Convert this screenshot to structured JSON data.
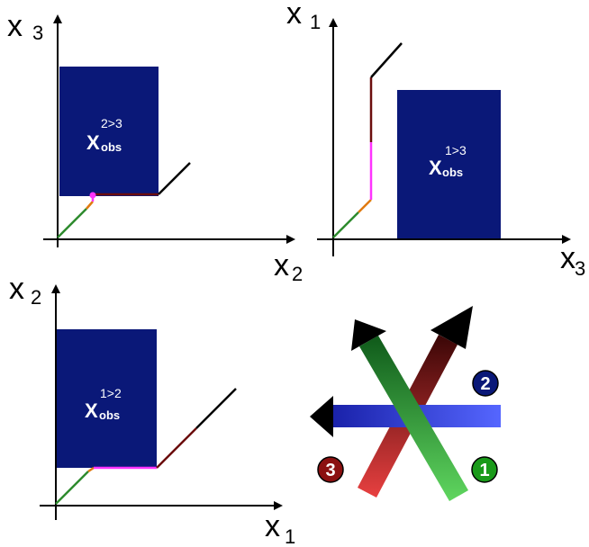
{
  "colors": {
    "obstacle": "#0a1878",
    "path_green": "#2e8b2e",
    "path_orange": "#e07a10",
    "path_magenta": "#ff33ff",
    "path_darkred": "#6b0d0d",
    "path_black": "#000000",
    "arrow1": "#2aa52a",
    "arrow2": "#2233dd",
    "arrow3": "#b31a1a",
    "badge1": "#1a9a1a",
    "badge2": "#0a1878",
    "badge3": "#8b1010"
  },
  "panels": {
    "top_left": {
      "x_axis": {
        "main": "x",
        "sub": "2"
      },
      "y_axis": {
        "main": "x",
        "sub": "3"
      },
      "obstacle": {
        "main": "X",
        "sub": "obs",
        "sup": "2>3"
      }
    },
    "top_right": {
      "x_axis": {
        "main": "x",
        "sub": "3"
      },
      "y_axis": {
        "main": "x",
        "sub": "1"
      },
      "obstacle": {
        "main": "X",
        "sub": "obs",
        "sup": "1>3"
      }
    },
    "bottom_left": {
      "x_axis": {
        "main": "x",
        "sub": "1"
      },
      "y_axis": {
        "main": "x",
        "sub": "2"
      },
      "obstacle": {
        "main": "X",
        "sub": "obs",
        "sup": "1>2"
      }
    }
  },
  "legend": {
    "badges": [
      {
        "num": "1",
        "icon": "arrow-1-icon"
      },
      {
        "num": "2",
        "icon": "arrow-2-icon"
      },
      {
        "num": "3",
        "icon": "arrow-3-icon"
      }
    ]
  }
}
